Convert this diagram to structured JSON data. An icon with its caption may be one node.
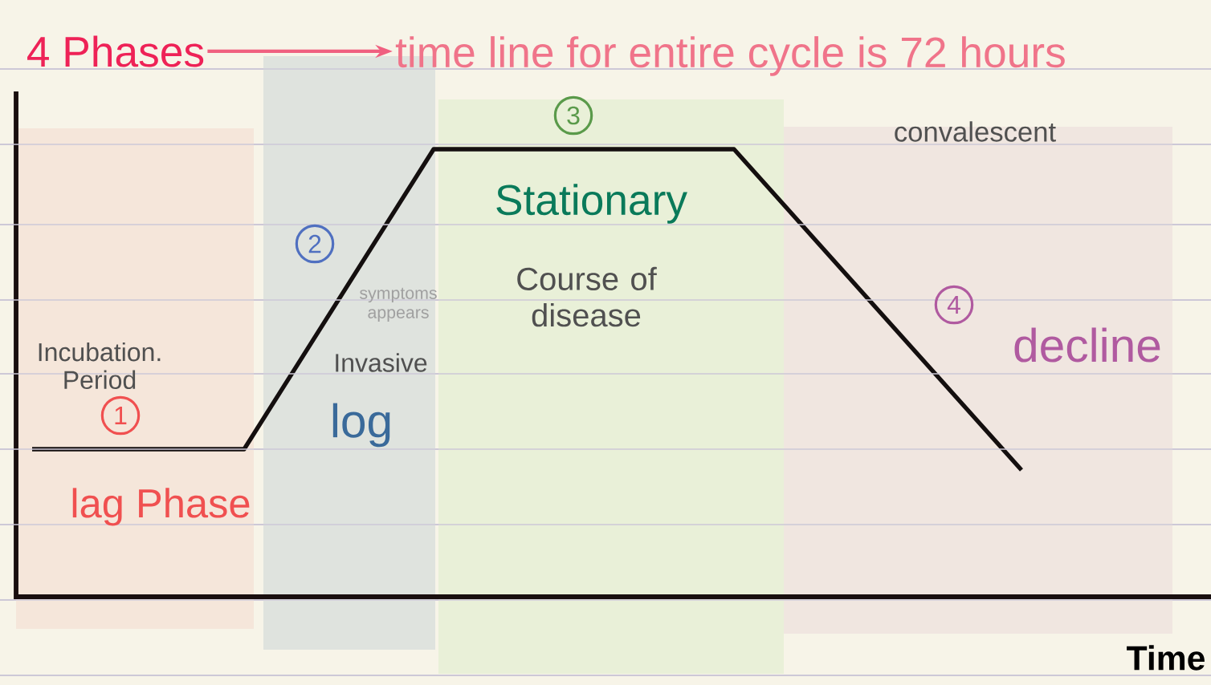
{
  "diagram": {
    "nodes": [
      {
        "text": [
          "4 Phases"
        ]
      },
      {
        "text": [
          "time line for entire cycle is 72 hours"
        ]
      },
      {
        "text": [
          "Incubation. Period",
          "lag Phase"
        ]
      },
      {
        "text": [
          "1"
        ],
        "in": 2
      },
      {
        "text": [
          "symptoms appears",
          "Invasive",
          "log"
        ]
      },
      {
        "text": [
          "2"
        ],
        "in": 4
      },
      {
        "text": [
          "Stationary",
          "Course of disease"
        ]
      },
      {
        "text": [
          "3"
        ],
        "in": 6
      },
      {
        "text": [
          "convalescent",
          "decline"
        ]
      },
      {
        "text": [
          "4"
        ],
        "in": 8
      }
    ],
    "edges": [
      {
        "from": 0,
        "to": 1,
        "arrow": "to"
      }
    ],
    "labels": [
      "Time"
    ]
  }
}
